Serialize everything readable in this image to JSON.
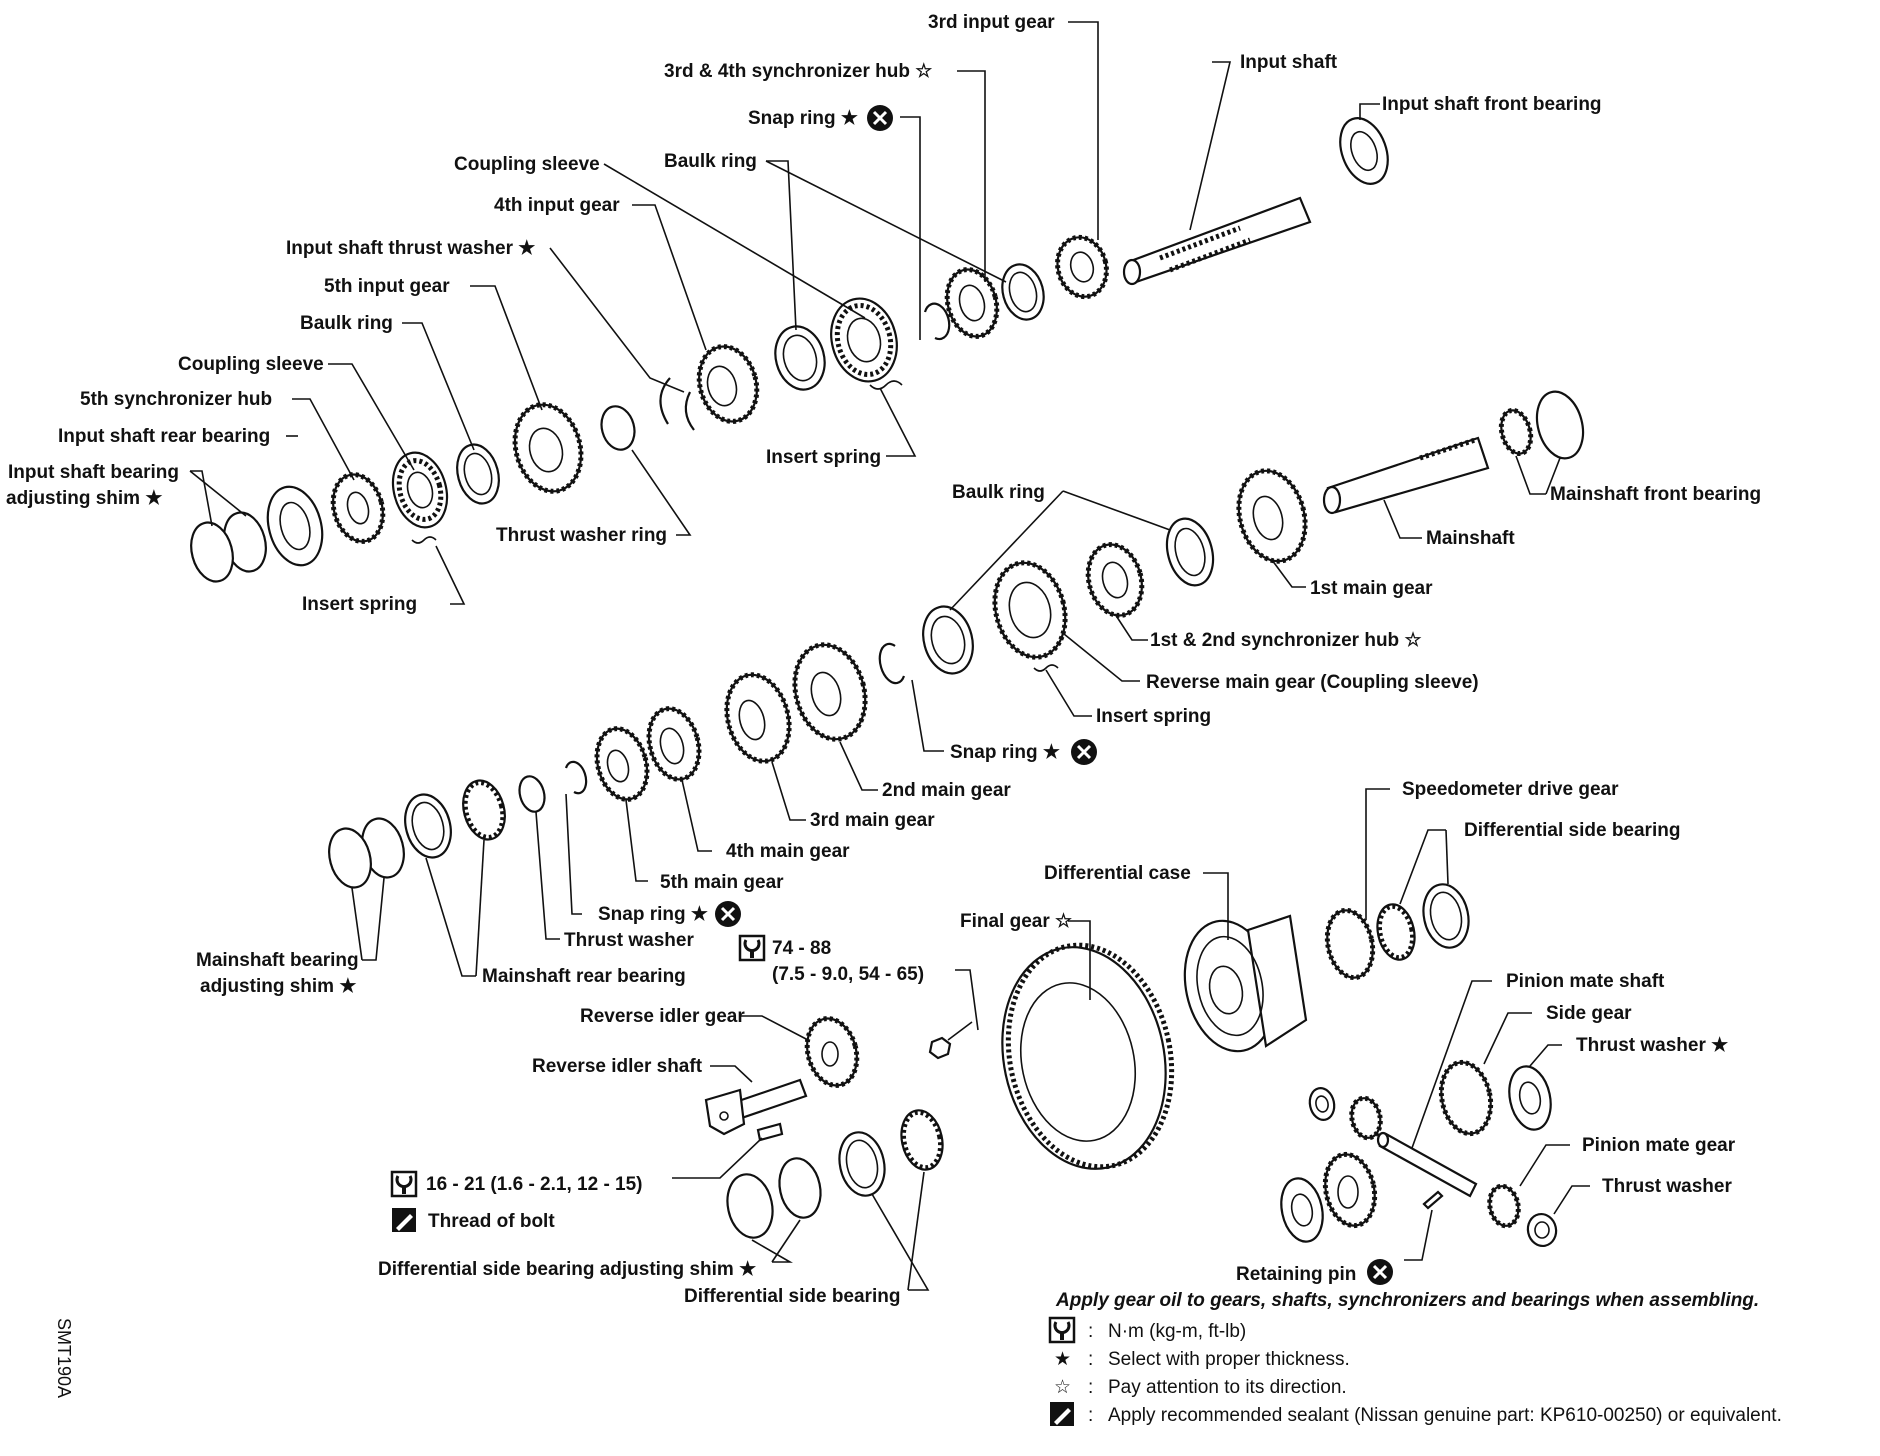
{
  "labels": {
    "input_gear_3rd": "3rd input gear",
    "hub_3rd_4th": "3rd & 4th synchronizer hub",
    "input_shaft": "Input shaft",
    "input_shaft_front_bearing": "Input shaft front bearing",
    "snap_ring_top": "Snap ring",
    "coupling_sleeve_top": "Coupling sleeve",
    "baulk_ring_top": "Baulk ring",
    "input_gear_4th": "4th input gear",
    "input_thrust_washer": "Input shaft thrust washer",
    "input_gear_5th": "5th input gear",
    "baulk_ring_left": "Baulk ring",
    "coupling_sleeve_left": "Coupling sleeve",
    "hub_5th": "5th synchronizer hub",
    "input_rear_bearing": "Input shaft rear bearing",
    "input_shim_1": "Input shaft bearing",
    "input_shim_2": "adjusting shim",
    "insert_spring_top": "Insert spring",
    "thrust_washer_ring": "Thrust washer ring",
    "insert_spring_left": "Insert spring",
    "baulk_ring_mid": "Baulk ring",
    "mainshaft_front_bearing": "Mainshaft front bearing",
    "mainshaft": "Mainshaft",
    "main_gear_1st": "1st main gear",
    "hub_1st_2nd": "1st & 2nd synchronizer hub",
    "reverse_main_gear": "Reverse main gear (Coupling sleeve)",
    "insert_spring_mid": "Insert spring",
    "snap_ring_mid": "Snap ring",
    "main_gear_2nd": "2nd main gear",
    "main_gear_3rd": "3rd main gear",
    "main_gear_4th": "4th main gear",
    "main_gear_5th": "5th main gear",
    "snap_ring_low": "Snap ring",
    "thrust_washer_low": "Thrust washer",
    "mainshaft_shim_1": "Mainshaft bearing",
    "mainshaft_shim_2": "adjusting shim",
    "mainshaft_rear_bearing": "Mainshaft rear bearing",
    "torque_final_1": "74 - 88",
    "torque_final_2": "(7.5 - 9.0, 54 - 65)",
    "speedometer_gear": "Speedometer drive gear",
    "diff_side_bearing_top": "Differential side bearing",
    "diff_case": "Differential case",
    "final_gear": "Final gear",
    "reverse_idler_gear": "Reverse idler gear",
    "reverse_idler_shaft": "Reverse idler shaft",
    "pinion_mate_shaft": "Pinion mate shaft",
    "side_gear": "Side gear",
    "thrust_washer_diff": "Thrust washer",
    "pinion_mate_gear": "Pinion mate gear",
    "thrust_washer_diff_2": "Thrust washer",
    "torque_idler": "16 - 21 (1.6 - 2.1, 12 - 15)",
    "thread_of_bolt": "Thread of bolt",
    "diff_shim": "Differential side bearing adjusting shim",
    "diff_side_bearing_bottom": "Differential side bearing",
    "retaining_pin": "Retaining pin"
  },
  "notes": {
    "apply_oil": "Apply gear oil to gears, shafts, synchronizers and bearings when assembling.",
    "legend_torque": "N·m (kg-m, ft-lb)",
    "legend_thickness": "Select with proper thickness.",
    "legend_direction": "Pay attention to its direction.",
    "legend_sealant": "Apply recommended sealant (Nissan genuine part: KP610-00250) or equivalent.",
    "legend_colon": ":"
  },
  "symbols": {
    "star_filled": "★",
    "star_outline": "☆"
  },
  "figure_code": "SMT190A",
  "icons": [
    "torque-wrench-icon",
    "sealant-icon",
    "replace-x-icon",
    "select-thickness-star-icon",
    "direction-star-icon"
  ]
}
